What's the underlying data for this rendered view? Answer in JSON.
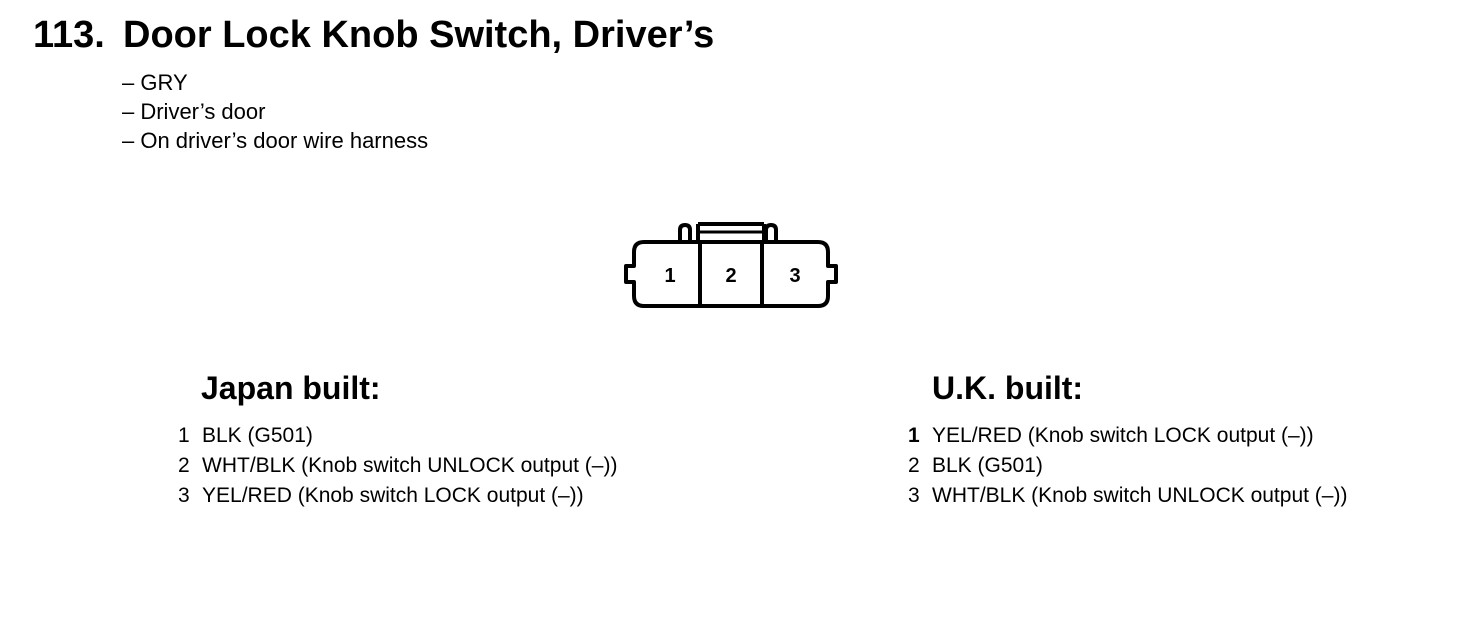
{
  "header": {
    "number": "113.",
    "title": "Door Lock Knob Switch, Driver’s"
  },
  "notes": [
    "– GRY",
    "– Driver’s door",
    "– On driver’s door wire harness"
  ],
  "connector": {
    "pins": [
      "1",
      "2",
      "3"
    ]
  },
  "japan": {
    "heading": "Japan built:",
    "pins": [
      {
        "num": "1",
        "desc": "BLK (G501)"
      },
      {
        "num": "2",
        "desc": "WHT/BLK (Knob switch UNLOCK output (–))"
      },
      {
        "num": "3",
        "desc": "YEL/RED (Knob switch LOCK output (–))"
      }
    ]
  },
  "uk": {
    "heading": "U.K. built:",
    "pins": [
      {
        "num": "1",
        "desc": "YEL/RED (Knob switch LOCK output (–))"
      },
      {
        "num": "2",
        "desc": "BLK (G501)"
      },
      {
        "num": "3",
        "desc": "WHT/BLK (Knob switch UNLOCK output (–))"
      }
    ]
  }
}
